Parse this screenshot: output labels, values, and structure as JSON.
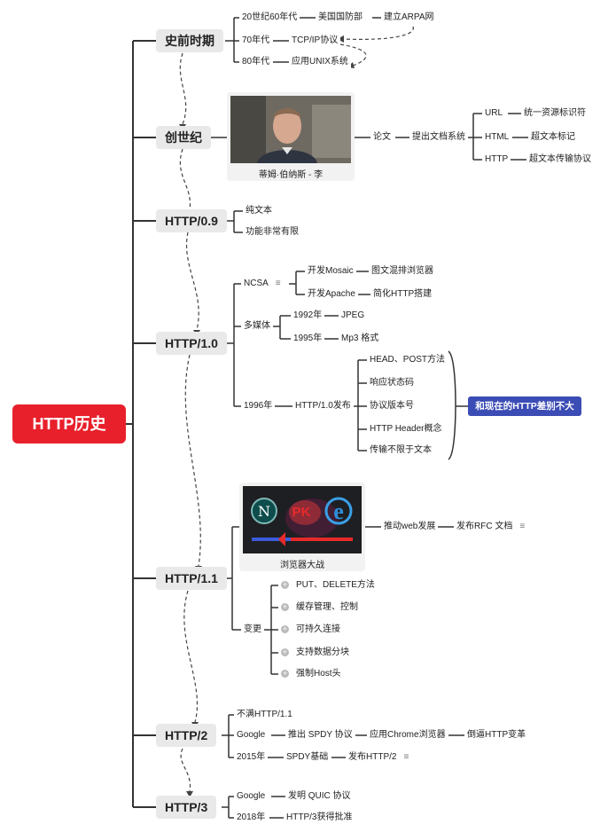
{
  "root": "HTTP历史",
  "prehistory": {
    "title": "史前时期",
    "r1": [
      "20世纪60年代",
      "美国国防部",
      "建立ARPA网"
    ],
    "r2": [
      "70年代",
      "TCP/IP协议"
    ],
    "r3": [
      "80年代",
      "应用UNIX系统"
    ]
  },
  "genesis": {
    "title": "创世纪",
    "photo_caption": "蒂姆·伯纳斯 - 李",
    "paper": "论文",
    "propose": "提出文档系统",
    "items": [
      {
        "term": "URL",
        "desc": "统一资源标识符"
      },
      {
        "term": "HTML",
        "desc": "超文本标记"
      },
      {
        "term": "HTTP",
        "desc": "超文本传输协议"
      }
    ]
  },
  "http09": {
    "title": "HTTP/0.9",
    "items": [
      "纯文本",
      "功能非常有限"
    ]
  },
  "http10": {
    "title": "HTTP/1.0",
    "ncsa": "NCSA",
    "mosaic": "开发Mosaic",
    "mosaic_desc": "图文混排浏览器",
    "apache": "开发Apache",
    "apache_desc": "简化HTTP搭建",
    "multimedia": "多媒体",
    "y1992": "1992年",
    "jpeg": "JPEG",
    "y1995": "1995年",
    "mp3": "Mp3 格式",
    "y1996": "1996年",
    "release": "HTTP/1.0发布",
    "features": [
      "HEAD、POST方法",
      "响应状态码",
      "协议版本号",
      "HTTP Header概念",
      "传输不限于文本"
    ],
    "summary": "和现在的HTTP差别不大"
  },
  "http11": {
    "title": "HTTP/1.1",
    "browser_caption": "浏览器大战",
    "pk": "PK",
    "netscape_letter": "N",
    "ie_letter": "e",
    "push": "推动web发展",
    "rfc": "发布RFC 文档",
    "change": "变更",
    "changes": [
      "PUT、DELETE方法",
      "缓存管理、控制",
      "可持久连接",
      "支持数据分块",
      "强制Host头"
    ]
  },
  "http2": {
    "title": "HTTP/2",
    "r1": "不满HTTP/1.1",
    "google": "Google",
    "spdy": "推出 SPDY 协议",
    "chrome": "应用Chrome浏览器",
    "force": "倒逼HTTP变革",
    "y2015": "2015年",
    "spdy_base": "SPDY基础",
    "release": "发布HTTP/2"
  },
  "http3": {
    "title": "HTTP/3",
    "google": "Google",
    "quic": "发明 QUIC 协议",
    "y2018": "2018年",
    "approved": "HTTP/3获得批准"
  },
  "colors": {
    "root": "#e8202b",
    "highlight": "#3c4cb5",
    "line": "#333333"
  }
}
